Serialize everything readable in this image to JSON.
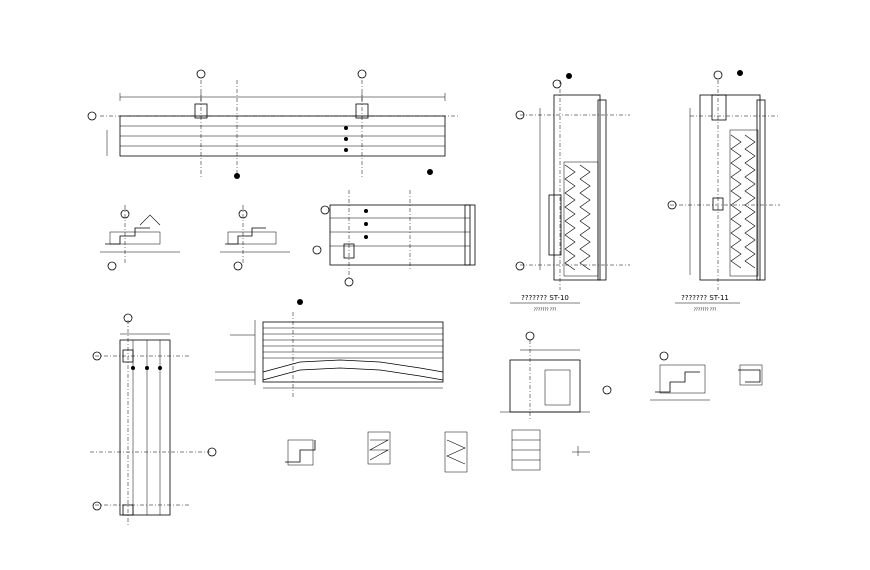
{
  "drawing": {
    "title": "Staircase structural CAD details",
    "section_labels": {
      "st10": "??????? ST-10",
      "st11": "??????? ST-11"
    },
    "scale_note": "??????? ???"
  },
  "palette": {
    "line": "#000000",
    "background": "#ffffff"
  }
}
